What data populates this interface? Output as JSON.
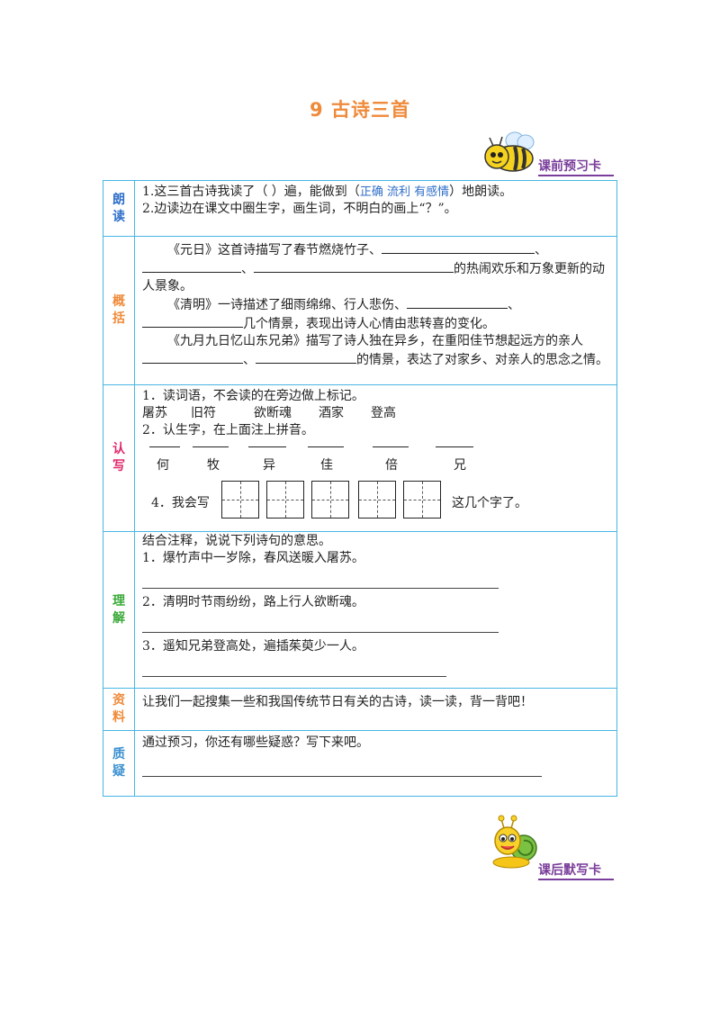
{
  "title": "9  古诗三首",
  "badge_top": "课前预习卡",
  "badge_bottom": "课后默写卡",
  "colors": {
    "title": "#ef8a3a",
    "border": "#48b6e4",
    "badge": "#7a3d9a",
    "hint": "#2f6ec9"
  },
  "sections": {
    "langdu": {
      "label": [
        "朗",
        "读"
      ],
      "line1_a": "1.这三首古诗我读了（      ）遍，能做到（",
      "line1_hint": "正确 流利 有感情",
      "line1_b": "）地朗读。",
      "line2": "2.边读边在课文中圈生字，画生词，不明白的画上“？”。"
    },
    "gaikuo": {
      "label": [
        "概",
        "括"
      ],
      "p1_a": "《元日》这首诗描写了春节燃烧竹子、",
      "p1_sep1": "、",
      "p1_sep2": "、",
      "p1_b": "的热闹欢乐和万象更新的动人景象。",
      "p2_a": "《清明》一诗描述了细雨绵绵、行人悲伤、",
      "p2_sep": "、",
      "p2_b": "几个情景，表现出诗人心情由悲转喜的变化。",
      "p3_a": "《九月九日忆山东兄弟》描写了诗人独在异乡，在重阳佳节想起远方的亲人",
      "p3_sep": "、",
      "p3_b": "的情景，表达了对家乡、对亲人的思念之情。"
    },
    "renxie": {
      "label": [
        "认",
        "写"
      ],
      "q1": "1．读词语，不会读的在旁边做上标记。",
      "words": [
        "屠苏",
        "旧符",
        "欲断魂",
        "酒家",
        "登高"
      ],
      "q2": "2．认生字，在上面注上拼音。",
      "chars": [
        "何",
        "牧",
        "异",
        "佳",
        "倍",
        "兄"
      ],
      "q4_a": "4．我会写",
      "q4_b": "这几个字了。"
    },
    "lijie": {
      "label": [
        "理",
        "解"
      ],
      "intro": "结合注释，说说下列诗句的意思。",
      "items": [
        "1．爆竹声中一岁除，春风送暖入屠苏。",
        "2．清明时节雨纷纷，路上行人欲断魂。",
        "3．遥知兄弟登高处，遍插茱萸少一人。"
      ]
    },
    "ziliao": {
      "label": [
        "资",
        "料"
      ],
      "text": "让我们一起搜集一些和我国传统节日有关的古诗，读一读，背一背吧！"
    },
    "zhiyi": {
      "label": [
        "质",
        "疑"
      ],
      "text": "通过预习，你还有哪些疑惑？写下来吧。"
    }
  }
}
